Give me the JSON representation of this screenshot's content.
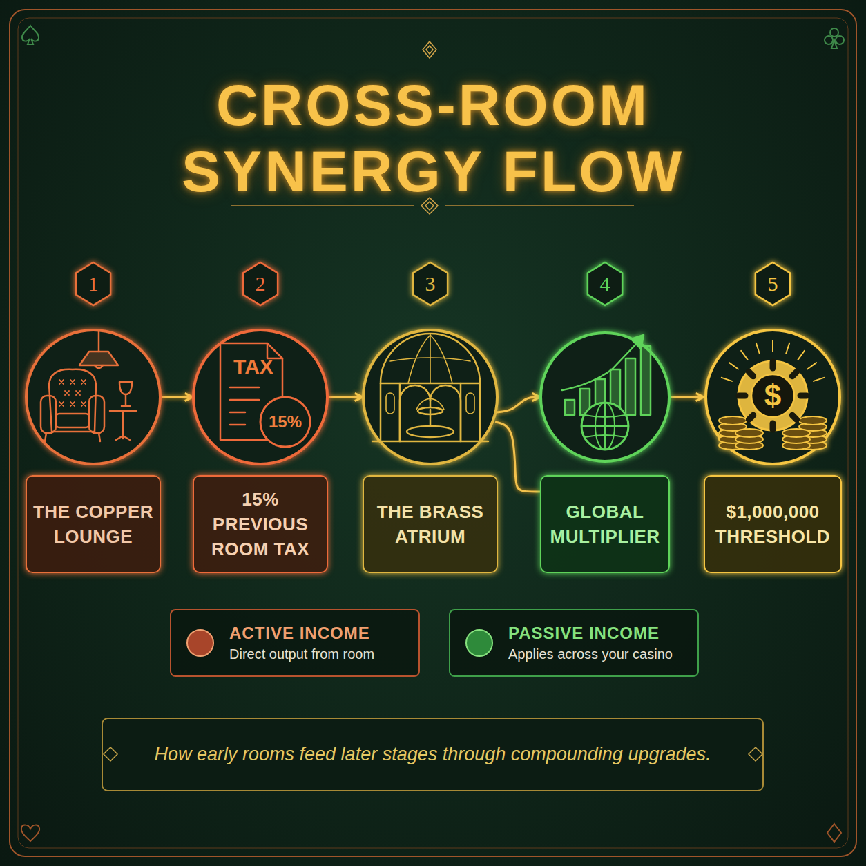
{
  "diagram": {
    "title": "CROSS-ROOM SYNERGY FLOW",
    "caption": "How early rooms feed later stages through compounding upgrades.",
    "nodes": [
      {
        "text": [
          "1",
          "THE COPPER LOUNGE"
        ]
      },
      {
        "text": [
          "2",
          "15% PREVIOUS ROOM TAX"
        ]
      },
      {
        "text": [
          "3",
          "THE BRASS ATRIUM"
        ]
      },
      {
        "text": [
          "4",
          "GLOBAL MULTIPLIER"
        ]
      },
      {
        "text": [
          "5",
          "$1,000,000 THRESHOLD"
        ]
      }
    ],
    "edges": [
      {
        "from": 0,
        "to": 1,
        "arrow": "to"
      },
      {
        "from": 1,
        "to": 2,
        "arrow": "to"
      },
      {
        "from": 2,
        "to": 3,
        "arrow": "to"
      },
      {
        "from": 2,
        "to": 3,
        "arrow": "none"
      },
      {
        "from": 3,
        "to": 4,
        "arrow": "to"
      }
    ],
    "labels": [
      "TAX",
      "15%",
      "$",
      "Direct output from room",
      "Applies across your casino"
    ],
    "legend": [
      {
        "text": "ACTIVE INCOME",
        "color": "#a8452a"
      },
      {
        "text": "PASSIVE INCOME",
        "color": "#2e8a3a"
      }
    ]
  }
}
